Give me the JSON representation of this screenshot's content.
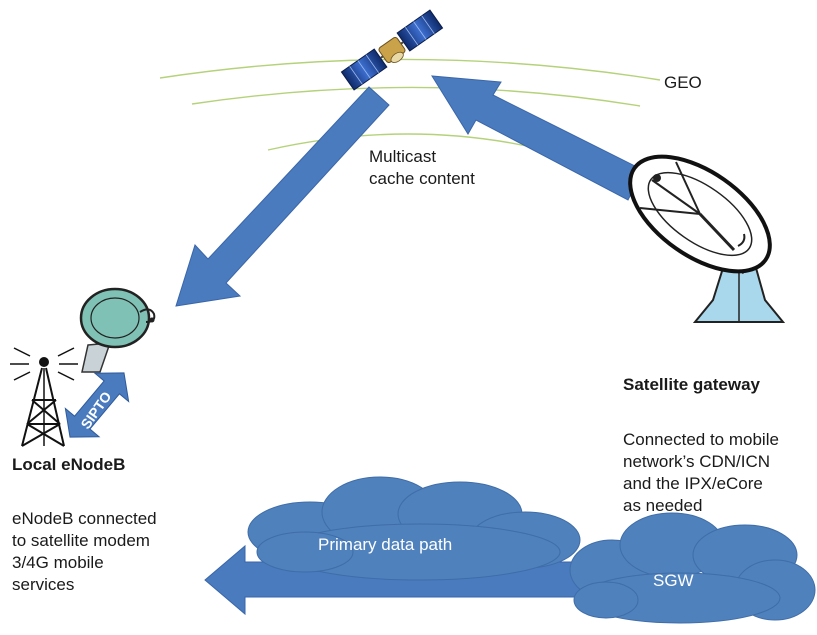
{
  "labels": {
    "geo": "GEO",
    "multicast": "Multicast\ncache content",
    "satellite_gateway_title": "Satellite gateway",
    "satellite_gateway_desc": "Connected to mobile\nnetwork’s CDN/ICN\nand the IPX/eCore\nas needed",
    "local_enodeb_title": "Local eNodeB",
    "local_enodeb_desc": "eNodeB connected\nto satellite modem\n3/4G mobile\nservices",
    "primary_data_path": "Primary data path",
    "sgw": "SGW",
    "sipto": "SIPTO"
  },
  "colors": {
    "arrow_fill": "#4a7bbf",
    "arrow_stroke": "#3a66a8",
    "cloud_fill": "#4f81bd",
    "orbit_stroke": "#b5d27a",
    "modem_fill": "#7fc1b4",
    "dish_base": "#a9d8ec"
  }
}
